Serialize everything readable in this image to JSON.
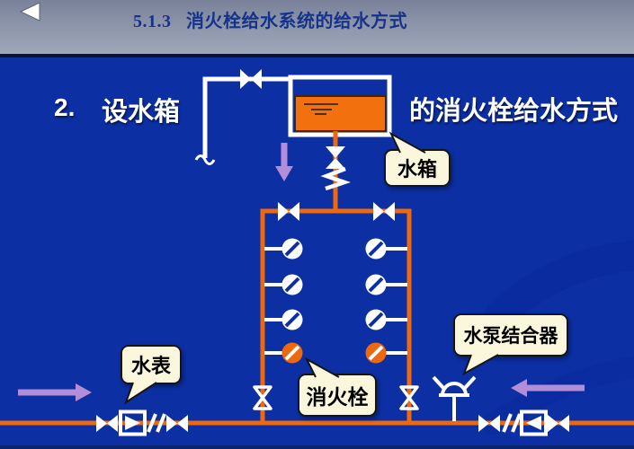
{
  "header": {
    "title": "5.1.3   消火栓给水系统的给水方式",
    "back_icon": "left-triangle"
  },
  "heading": {
    "number": "2.",
    "subject": "设水箱",
    "suffix": "的消火栓给水方式"
  },
  "callouts": {
    "tank": "水箱",
    "hydrant": "消火栓",
    "water_meter": "水表",
    "pump_adapter": "水泵结合器"
  },
  "diagram": {
    "components": [
      "supply-pipe",
      "inlet-gate-valve",
      "water-tank",
      "check-valve",
      "riser-header",
      "header-gate-valves",
      "left-riser",
      "right-riser",
      "fire-hydrants",
      "riser-bottom-valves",
      "bottom-main-pipe",
      "water-meter-assembly",
      "siamese-pump-connector",
      "flow-arrows"
    ],
    "risers": 2,
    "hydrants_per_riser": 4,
    "highlighted_hydrants_per_riser": 1
  },
  "colors": {
    "background": "#0c2fa4",
    "pipe_orange": "#ee680d",
    "tank_orange": "#f2700e",
    "arrow_purple": "#b28dd8",
    "callout_bg": "#fbf7dd",
    "header_top": "#79829a",
    "header_bottom": "#9ea7b8",
    "title_blue": "#16338c"
  }
}
